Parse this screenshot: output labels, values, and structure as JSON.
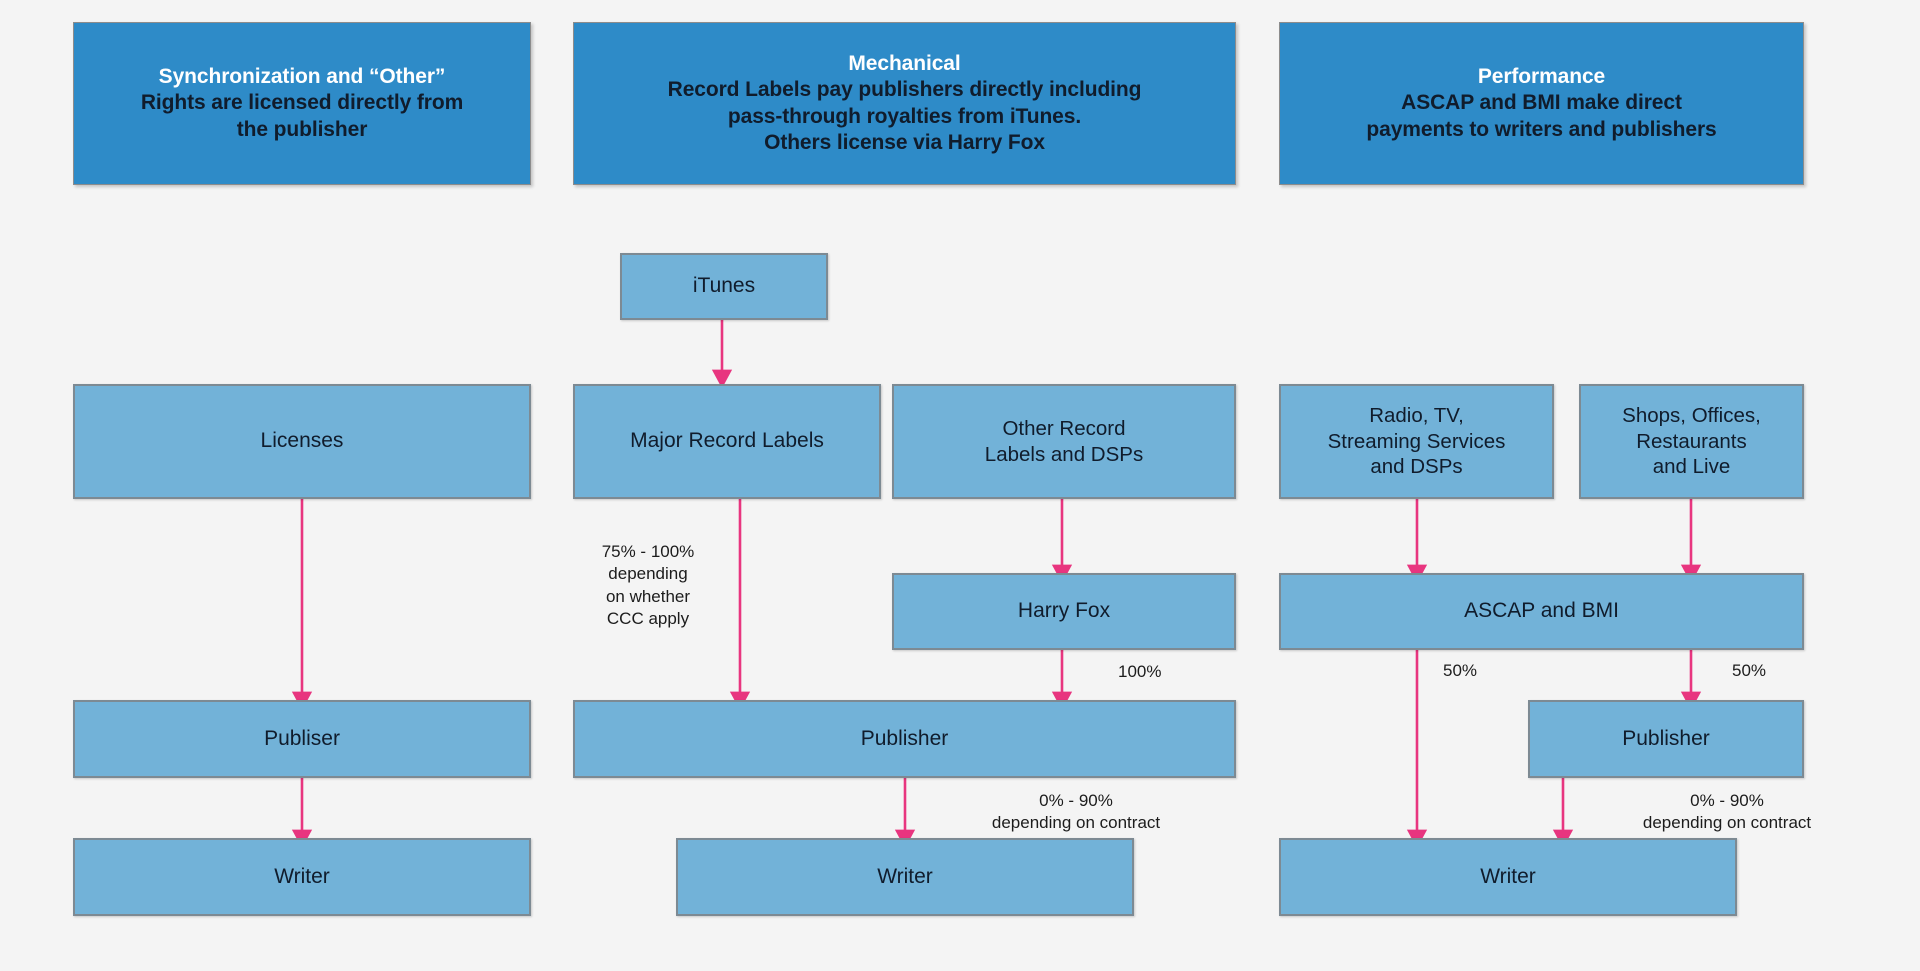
{
  "colors": {
    "background": "#f4f4f4",
    "header_fill": "#2e8bc8",
    "header_first_line_text": "#ffffff",
    "header_body_text": "#101c2c",
    "node_fill": "#72b2d8",
    "node_border": "#7d8a93",
    "node_text": "#101c2c",
    "arrow": "#e8357f",
    "label_text": "#1c1c1c"
  },
  "headers": [
    {
      "id": "sync-other",
      "lines": [
        "Synchronization and “Other”",
        "Rights are licensed directly from",
        "the publisher"
      ]
    },
    {
      "id": "mechanical",
      "lines": [
        "Mechanical",
        "Record Labels pay publishers directly including",
        "pass-through royalties from iTunes.",
        "Others license via Harry Fox"
      ]
    },
    {
      "id": "performance",
      "lines": [
        "Performance",
        "ASCAP and BMI make direct",
        "payments to writers and publishers"
      ]
    }
  ],
  "nodes": {
    "licenses": "Licenses",
    "publisher_left": "Publiser",
    "writer_left": "Writer",
    "itunes": "iTunes",
    "major_record_labels": "Major Record Labels",
    "other_record_labels": "Other Record\nLabels and DSPs",
    "harry_fox": "Harry Fox",
    "publisher_mid": "Publisher",
    "writer_mid": "Writer",
    "radio_tv": "Radio, TV,\nStreaming Services\nand DSPs",
    "shops_offices": "Shops, Offices,\nRestaurants\nand Live",
    "ascap_bmi": "ASCAP and BMI",
    "publisher_right": "Publisher",
    "writer_right": "Writer"
  },
  "edge_labels": {
    "ccc": "75% - 100%\ndepending\non whether\nCCC apply",
    "hundred_percent": "100%",
    "fifty_left": "50%",
    "fifty_right": "50%",
    "contract_mid": "0% - 90%\ndepending on contract",
    "contract_right": "0% - 90%\ndepending on contract"
  },
  "flow": {
    "type": "flowchart",
    "columns": [
      {
        "title": "Synchronization and “Other”",
        "chain": [
          "Licenses",
          "Publiser",
          "Writer"
        ]
      },
      {
        "title": "Mechanical",
        "chain": [
          "iTunes → Major Record Labels",
          "Major Record Labels → Publisher (75% - 100% depending on whether CCC apply)",
          "Other Record Labels and DSPs → Harry Fox",
          "Harry Fox → Publisher (100%)",
          "Publisher → Writer (0% - 90% depending on contract)"
        ]
      },
      {
        "title": "Performance",
        "chain": [
          "Radio, TV, Streaming Services and DSPs → ASCAP and BMI",
          "Shops, Offices, Restaurants and Live → ASCAP and BMI",
          "ASCAP and BMI → Writer (50%)",
          "ASCAP and BMI → Publisher (50%)",
          "Publisher → Writer (0% - 90% depending on contract)"
        ]
      }
    ]
  }
}
